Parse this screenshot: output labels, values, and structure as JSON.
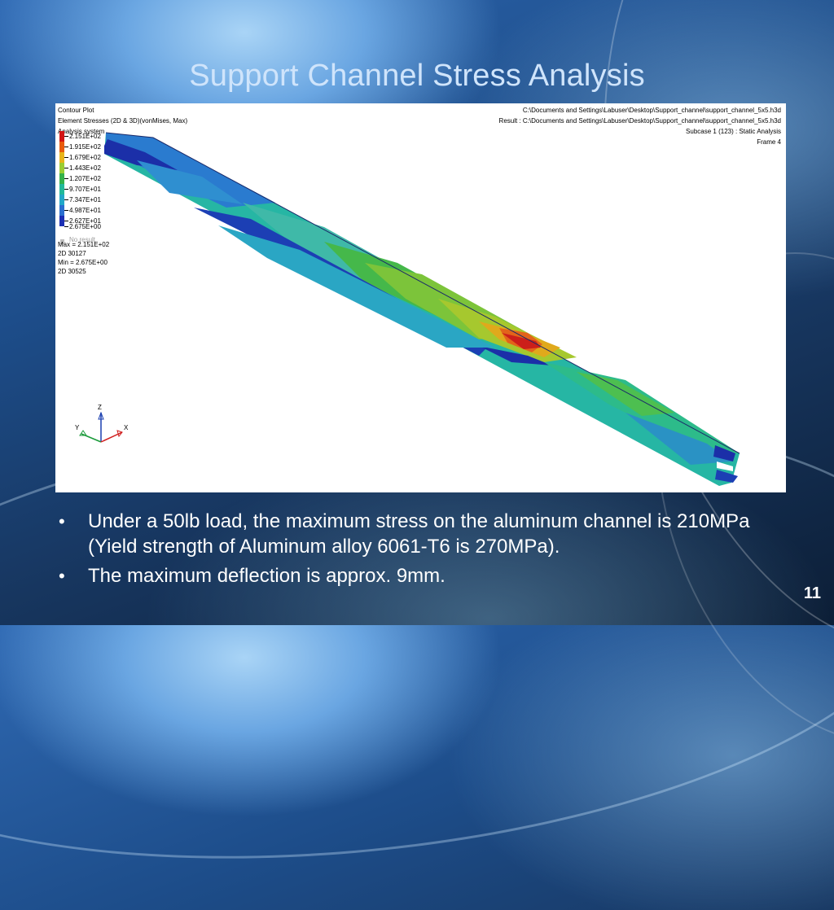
{
  "slide": {
    "title": "Support Channel Stress Analysis",
    "page_number": "11",
    "bullets": [
      "Under a 50lb load, the maximum stress on the aluminum channel is 210MPa (Yield strength of Aluminum alloy 6061-T6 is 270MPa).",
      "The maximum deflection is approx. 9mm."
    ]
  },
  "plot": {
    "header_left": [
      "Contour Plot",
      "Element Stresses (2D & 3D)(vonMises, Max)",
      "Analysis system"
    ],
    "header_right": [
      "C:\\Documents and Settings\\Labuser\\Desktop\\Support_channel\\support_channel_5x5.h3d",
      "Result : C:\\Documents and Settings\\Labuser\\Desktop\\Support_channel\\support_channel_5x5.h3d",
      "Subcase 1 (123) : Static Analysis",
      "Frame 4"
    ],
    "legend": [
      {
        "label": "2.151E+02",
        "color": "#d21414"
      },
      {
        "label": "1.915E+02",
        "color": "#e85a0c"
      },
      {
        "label": "1.679E+02",
        "color": "#e8b41a"
      },
      {
        "label": "1.443E+02",
        "color": "#9acd32"
      },
      {
        "label": "1.207E+02",
        "color": "#34b24a"
      },
      {
        "label": "9.707E+01",
        "color": "#22b99a"
      },
      {
        "label": "7.347E+01",
        "color": "#22a8c8"
      },
      {
        "label": "4.987E+01",
        "color": "#2b6fd0"
      },
      {
        "label": "2.627E+01",
        "color": "#1c2fb4"
      }
    ],
    "legend_bottom_label": "2.675E+00",
    "no_result": "No result",
    "stats": [
      "Max = 2.151E+02",
      "2D 30127",
      "Min = 2.675E+00",
      "2D 30525"
    ],
    "axes": {
      "z": "Z",
      "y": "Y",
      "x": "X"
    }
  }
}
